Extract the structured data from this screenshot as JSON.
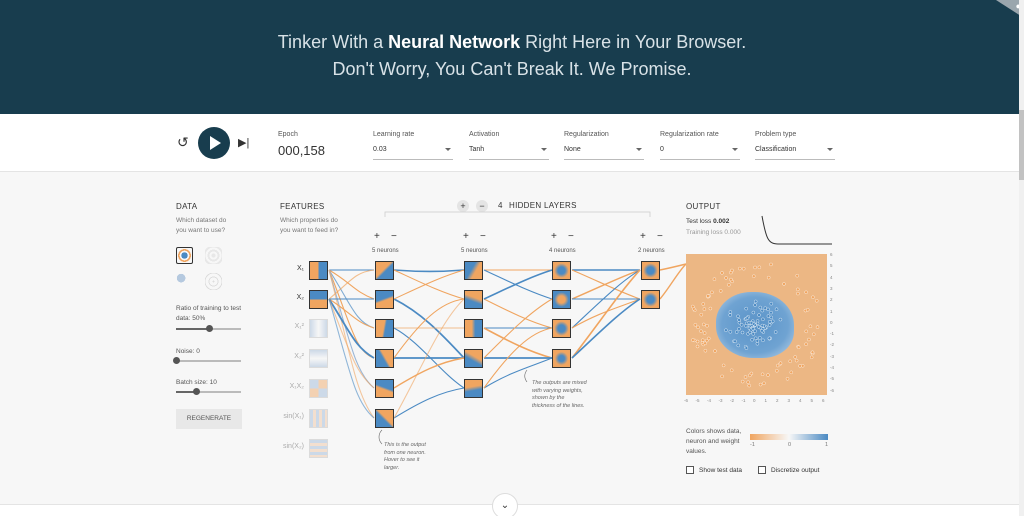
{
  "header": {
    "line1_pre": "Tinker With a ",
    "line1_bold": "Neural Network",
    "line1_post": " Right Here in Your Browser.",
    "line2": "Don't Worry, You Can't Break It. We Promise."
  },
  "controls": {
    "epoch_label": "Epoch",
    "epoch_value": "000,158",
    "learning_rate_label": "Learning rate",
    "learning_rate_value": "0.03",
    "activation_label": "Activation",
    "activation_value": "Tanh",
    "regularization_label": "Regularization",
    "regularization_value": "None",
    "regularization_rate_label": "Regularization rate",
    "regularization_rate_value": "0",
    "problem_type_label": "Problem type",
    "problem_type_value": "Classification"
  },
  "data_panel": {
    "title": "DATA",
    "subtitle": "Which dataset do you want to use?",
    "ratio_label": "Ratio of training to test data:",
    "ratio_value": "50%",
    "ratio_fraction": 0.5,
    "noise_label": "Noise:",
    "noise_value": "0",
    "noise_fraction": 0,
    "batch_label": "Batch size:",
    "batch_value": "10",
    "batch_fraction": 0.3,
    "regenerate_label": "REGENERATE"
  },
  "features_panel": {
    "title": "FEATURES",
    "subtitle": "Which properties do you want to feed in?",
    "features": [
      {
        "label": "X₁",
        "active": true
      },
      {
        "label": "X₂",
        "active": true
      },
      {
        "label": "X₁²",
        "active": false
      },
      {
        "label": "X₂²",
        "active": false
      },
      {
        "label": "X₁X₂",
        "active": false
      },
      {
        "label": "sin(X₁)",
        "active": false
      },
      {
        "label": "sin(X₂)",
        "active": false
      }
    ]
  },
  "network": {
    "hidden_layers_count": "4",
    "hidden_layers_label": "HIDDEN LAYERS",
    "layers": [
      {
        "neurons_label": "5 neurons"
      },
      {
        "neurons_label": "5 neurons"
      },
      {
        "neurons_label": "4 neurons"
      },
      {
        "neurons_label": "2 neurons"
      }
    ],
    "note1": "This is the output from one neuron. Hover to see it larger.",
    "note2": "The outputs are mixed with varying weights, shown by the thickness of the lines."
  },
  "output_panel": {
    "title": "OUTPUT",
    "test_loss_label": "Test loss",
    "test_loss_value": "0.002",
    "training_loss_label": "Training loss",
    "training_loss_value": "0.000",
    "legend_text": "Colors shows data, neuron and weight values.",
    "cbar_ticks": [
      "-1",
      "0",
      "1"
    ],
    "show_test_label": "Show test data",
    "discretize_label": "Discretize output",
    "x_ticks": [
      "-6",
      "-5",
      "-4",
      "-3",
      "-2",
      "-1",
      "0",
      "1",
      "2",
      "3",
      "4",
      "5",
      "6"
    ],
    "y_ticks": [
      "6",
      "5",
      "4",
      "3",
      "2",
      "1",
      "0",
      "-1",
      "-2",
      "-3",
      "-4",
      "-5",
      "-6"
    ]
  },
  "colors": {
    "header_bg": "#183d4e",
    "positive": "#4b8ac3",
    "negative": "#f0a560"
  }
}
